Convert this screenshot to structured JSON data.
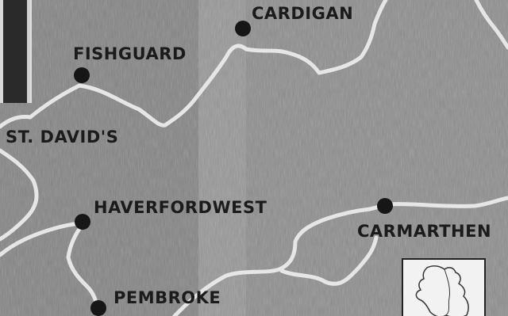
{
  "map": {
    "towns": [
      {
        "name": "CARDIGAN"
      },
      {
        "name": "FISHGUARD"
      },
      {
        "name": "ST. DAVID'S"
      },
      {
        "name": "HAVERFORDWEST"
      },
      {
        "name": "CARMARTHEN"
      },
      {
        "name": "PEMBROKE"
      }
    ],
    "colors": {
      "background": "#8e8e8e",
      "boundary": "#e6e6e6",
      "dot": "#161616",
      "label": "#1b1b1b",
      "inset_background": "#f2f2f2"
    },
    "inset": {
      "icon": "wales-outline-icon"
    }
  }
}
